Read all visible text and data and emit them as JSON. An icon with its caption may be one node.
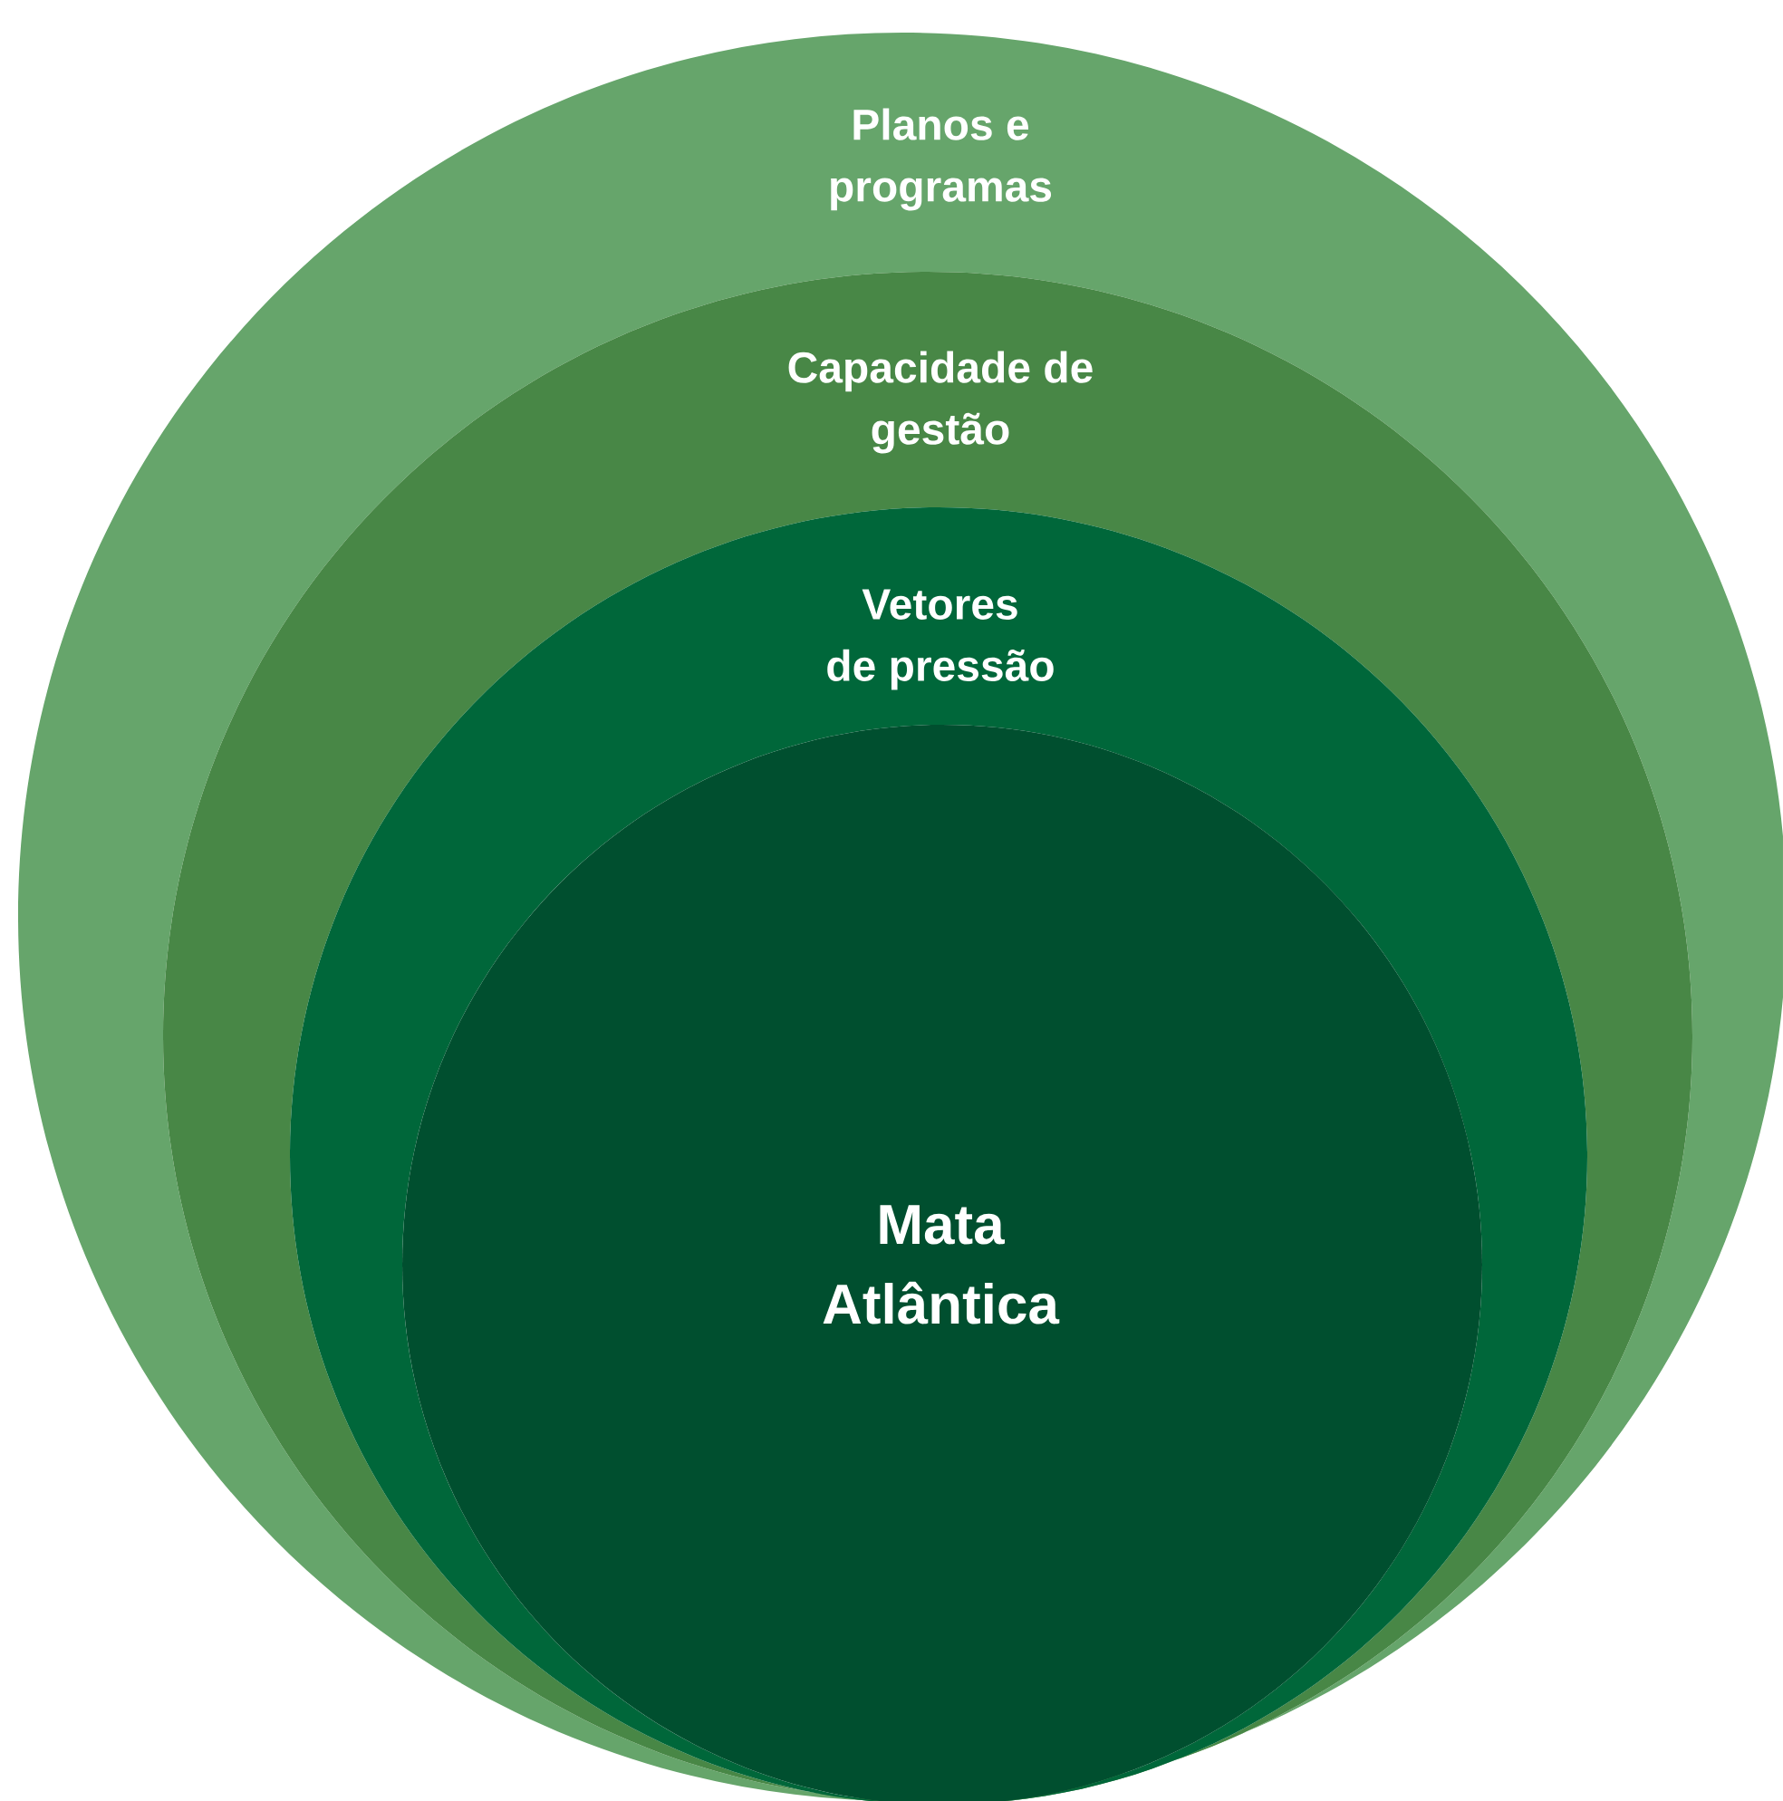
{
  "diagram": {
    "nodes": [
      {
        "text": [
          "Planos e programas"
        ]
      },
      {
        "text": [
          "Capacidade de gestão"
        ],
        "in": 0
      },
      {
        "text": [
          "Vetores de pressão"
        ],
        "in": 1
      },
      {
        "text": [
          "Mata Atlântica"
        ],
        "in": 2
      }
    ]
  }
}
